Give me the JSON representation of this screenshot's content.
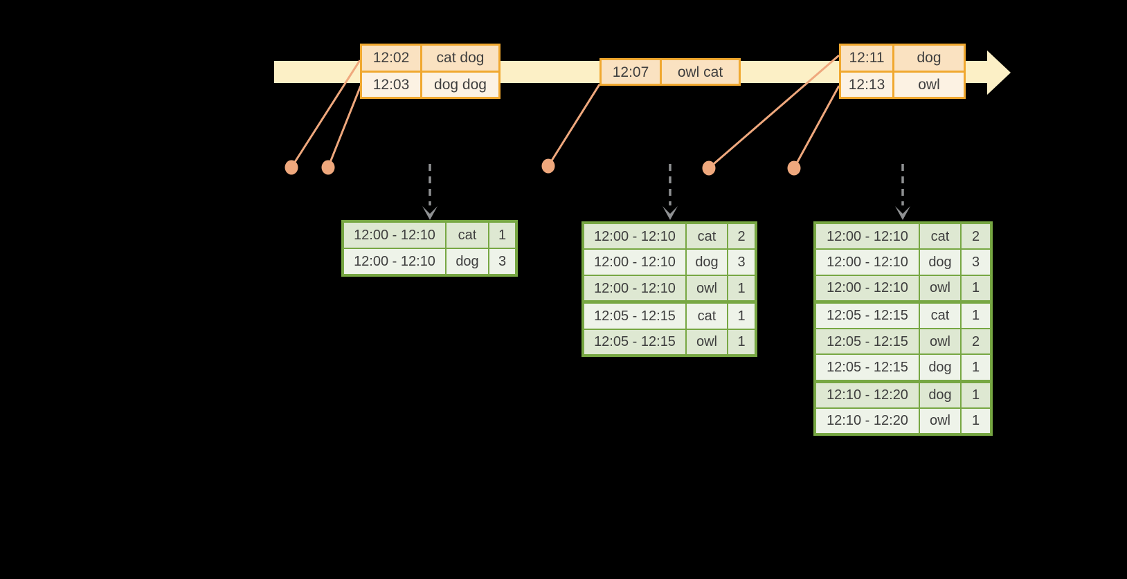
{
  "colors": {
    "background": "#000000",
    "band": "#FCF0C6",
    "orange_border": "#F0A82F",
    "peach": "#FAE2C1",
    "cream": "#FCF2E3",
    "salmon": "#EFA87D",
    "green_border": "#77A743",
    "green_dark": "#DEE8D2",
    "green_light": "#EEF3E9",
    "arrow_gray": "#8F9193",
    "text": "#3E3E3E"
  },
  "batches": [
    {
      "rows": [
        {
          "time": "12:02",
          "words": "cat dog"
        },
        {
          "time": "12:03",
          "words": "dog dog"
        }
      ]
    },
    {
      "rows": [
        {
          "time": "12:07",
          "words": "owl cat"
        }
      ]
    },
    {
      "rows": [
        {
          "time": "12:11",
          "words": "dog"
        },
        {
          "time": "12:13",
          "words": "owl"
        }
      ]
    }
  ],
  "results": [
    {
      "rows": [
        {
          "window": "12:00 - 12:10",
          "word": "cat",
          "count": "1"
        },
        {
          "window": "12:00 - 12:10",
          "word": "dog",
          "count": "3"
        }
      ]
    },
    {
      "rows": [
        {
          "window": "12:00 - 12:10",
          "word": "cat",
          "count": "2"
        },
        {
          "window": "12:00 - 12:10",
          "word": "dog",
          "count": "3"
        },
        {
          "window": "12:00 - 12:10",
          "word": "owl",
          "count": "1"
        },
        {
          "window": "12:05 - 12:15",
          "word": "cat",
          "count": "1"
        },
        {
          "window": "12:05 - 12:15",
          "word": "owl",
          "count": "1"
        }
      ]
    },
    {
      "rows": [
        {
          "window": "12:00 - 12:10",
          "word": "cat",
          "count": "2"
        },
        {
          "window": "12:00 - 12:10",
          "word": "dog",
          "count": "3"
        },
        {
          "window": "12:00 - 12:10",
          "word": "owl",
          "count": "1"
        },
        {
          "window": "12:05 - 12:15",
          "word": "cat",
          "count": "1"
        },
        {
          "window": "12:05 - 12:15",
          "word": "owl",
          "count": "2"
        },
        {
          "window": "12:05 - 12:15",
          "word": "dog",
          "count": "1"
        },
        {
          "window": "12:10 - 12:20",
          "word": "dog",
          "count": "1"
        },
        {
          "window": "12:10 - 12:20",
          "word": "owl",
          "count": "1"
        }
      ]
    }
  ]
}
